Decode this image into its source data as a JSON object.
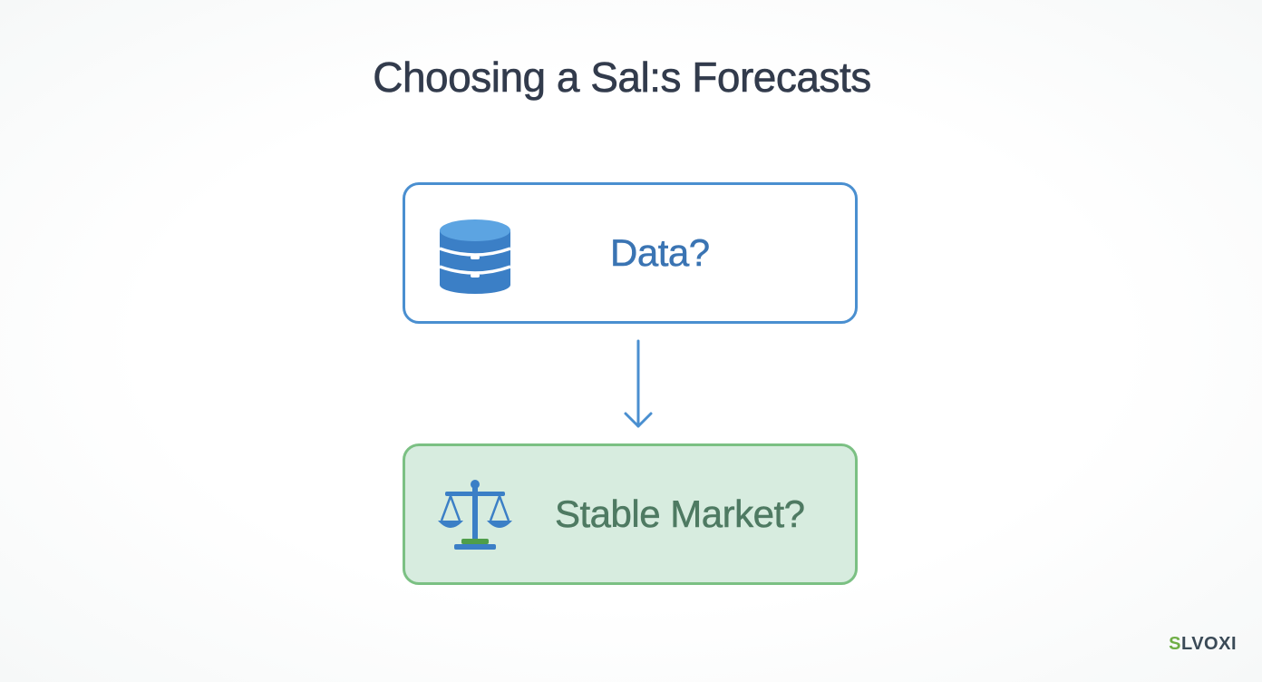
{
  "diagram": {
    "title": "Choosing a Sal:s Forecasts",
    "nodes": [
      {
        "id": "data",
        "label": "Data?",
        "icon": "database-icon",
        "border_color": "#4a8fd0",
        "fill_color": "#ffffff"
      },
      {
        "id": "market",
        "label": "Stable Market?",
        "icon": "balance-scale-icon",
        "border_color": "#7bc083",
        "fill_color": "#d7ecdf"
      }
    ],
    "edges": [
      {
        "from": "data",
        "to": "market"
      }
    ]
  },
  "brand": {
    "first": "S",
    "rest": "LVOXI"
  }
}
